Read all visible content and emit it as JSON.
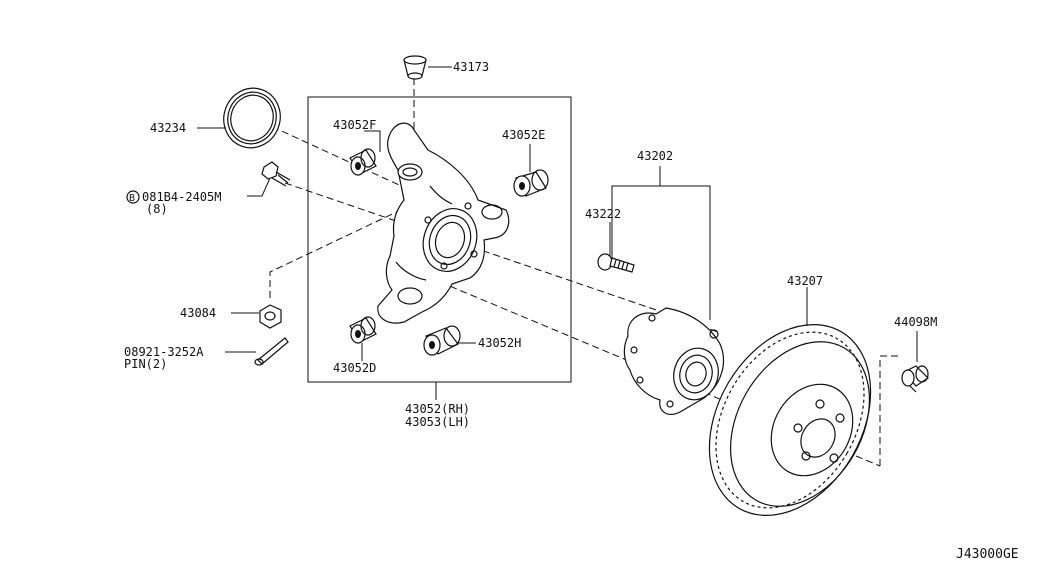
{
  "diagram_id": "J43000GE",
  "callouts": {
    "seal_ring": "43234",
    "bolt_circled_prefix": "B",
    "bolt": "081B4-2405M",
    "bolt_qty": "(8)",
    "nut": "43084",
    "pin_part": "08921-3252A",
    "pin_desc": "PIN(2)",
    "cap": "43173",
    "bushing_f": "43052F",
    "bushing_e": "43052E",
    "bushing_d": "43052D",
    "bushing_h": "43052H",
    "knuckle_rh": "43052(RH)",
    "knuckle_lh": "43053(LH)",
    "hub_assy": "43202",
    "hub_bolt": "43222",
    "rotor": "43207",
    "plug": "44098M"
  }
}
